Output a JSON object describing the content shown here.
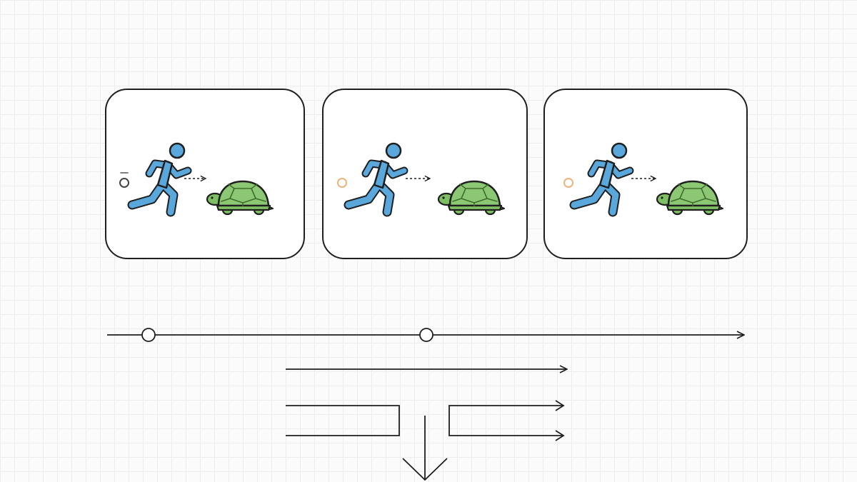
{
  "icons": {
    "runner": "running-person-icon",
    "tortoise": "tortoise-icon",
    "motion_arrow": "dotted-arrow-icon"
  },
  "colors": {
    "stroke": "#1f1f1f",
    "runner_fill": "#5aa7dc",
    "tortoise_shell": "#8cc873",
    "tortoise_body": "#7fbf63",
    "marker_orange": "#f0b27a",
    "frame_fill": "#ffffff"
  },
  "frames": [
    {
      "marker": "dark"
    },
    {
      "marker": "orange"
    },
    {
      "marker": "orange"
    }
  ],
  "timeline": {
    "points": 2
  }
}
